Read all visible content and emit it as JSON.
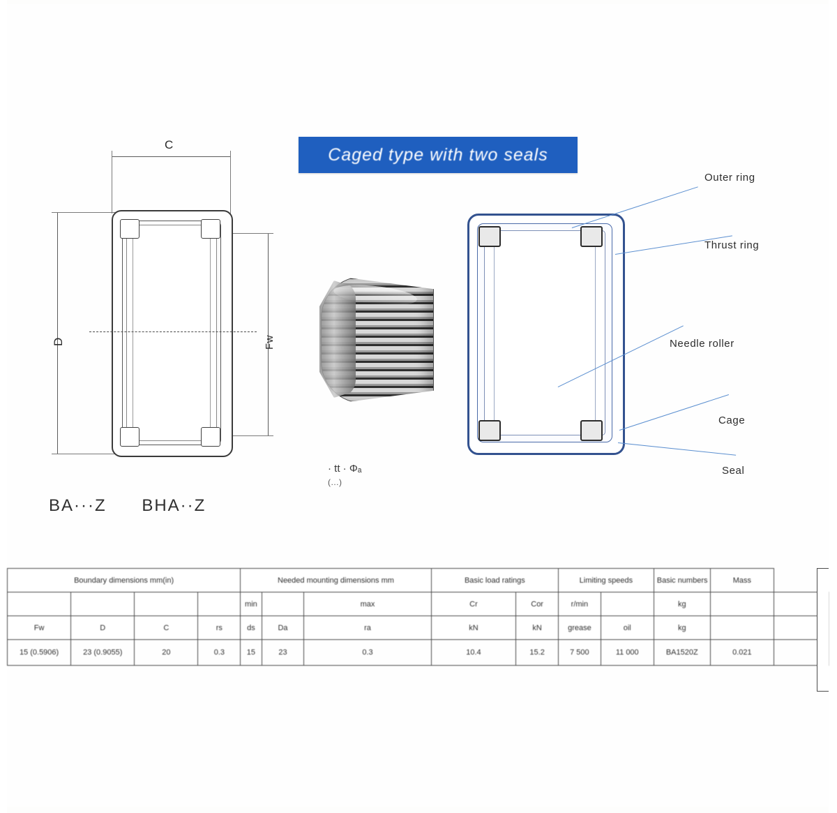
{
  "banner": {
    "title": "Caged type with two seals"
  },
  "left_drawing": {
    "dim_c": "C",
    "dim_d": "D",
    "dim_fw": "Fw",
    "part_numbers": [
      "BA···Z",
      "BHA··Z"
    ]
  },
  "photo": {
    "note_line1": "· tt · Φₐ",
    "note_line2": "(…)"
  },
  "callouts": [
    {
      "id": "outer-ring",
      "label": "Outer ring"
    },
    {
      "id": "thrust-ring",
      "label": "Thrust ring"
    },
    {
      "id": "needle-roller",
      "label": "Needle roller"
    },
    {
      "id": "cage",
      "label": "Cage"
    },
    {
      "id": "seal",
      "label": "Seal"
    }
  ],
  "table": {
    "group_headers": [
      "Boundary dimensions mm(in)",
      "Needed mounting dimensions mm",
      "Basic load ratings",
      "Limiting speeds",
      "Basic numbers",
      "Mass"
    ],
    "sub_headers_row1": [
      "",
      "",
      "",
      "",
      "min",
      "",
      "max",
      "Cr",
      "Cor",
      "r/min",
      "",
      "kg"
    ],
    "sub_headers_row2": [
      "Fw",
      "D",
      "C",
      "rs",
      "ds",
      "Da",
      "ra",
      "kN",
      "kN",
      "grease",
      "oil",
      "kg"
    ],
    "rows": [
      {
        "cells": [
          "15 (0.5906)",
          "23 (0.9055)",
          "20",
          "0.3",
          "15",
          "23",
          "0.3",
          "10.4",
          "15.2",
          "7 500",
          "11 000",
          "BA1520Z",
          "0.021"
        ]
      }
    ]
  }
}
